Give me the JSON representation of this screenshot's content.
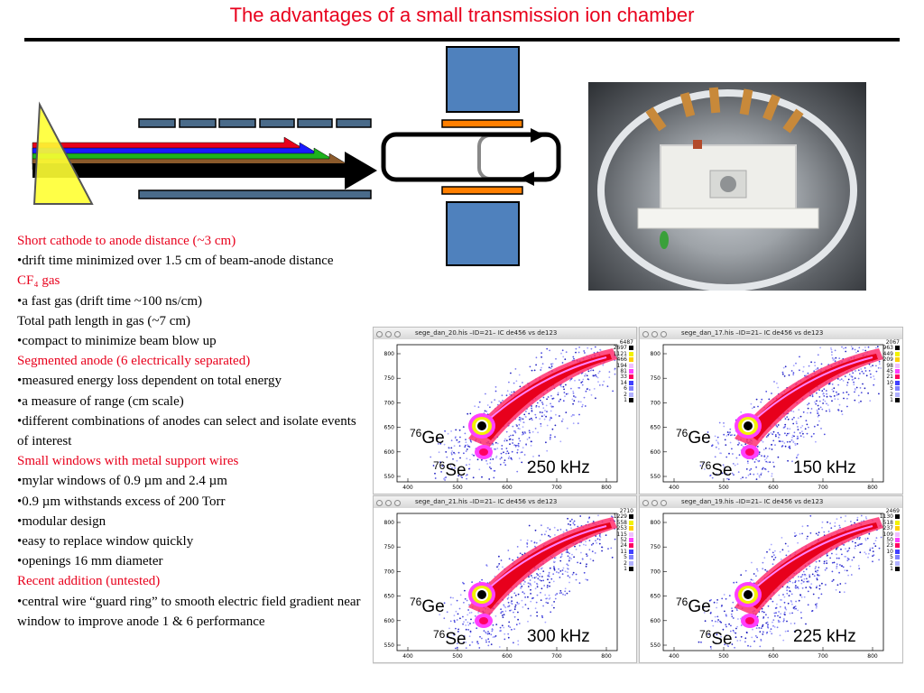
{
  "title": "The advantages of a small transmission ion chamber",
  "notes": [
    {
      "type": "heading",
      "text": "Short cathode to anode distance (~3 cm)"
    },
    {
      "type": "bullet",
      "text": "drift time minimized over 1.5 cm of beam-anode distance"
    },
    {
      "type": "heading",
      "text": "CF₄ gas"
    },
    {
      "type": "bullet",
      "text": "a fast gas (drift time ~100 ns/cm)"
    },
    {
      "type": "plain",
      "text": "Total path  length in gas (~7 cm)"
    },
    {
      "type": "bullet",
      "text": "compact to minimize beam  blow up"
    },
    {
      "type": "heading",
      "text": "Segmented anode (6 electrically separated)"
    },
    {
      "type": "bullet",
      "text": "measured energy loss dependent on total energy"
    },
    {
      "type": "bullet",
      "text": "a measure of range (cm scale)"
    },
    {
      "type": "bullet",
      "text": "different combinations of anodes can select and isolate events of interest"
    },
    {
      "type": "heading",
      "text": "Small windows with metal support wires"
    },
    {
      "type": "bullet",
      "text": "mylar windows of  0.9 µm and 2.4 µm"
    },
    {
      "type": "bullet",
      "text": "0.9 µm withstands excess of  200 Torr"
    },
    {
      "type": "bullet",
      "text": "modular design"
    },
    {
      "type": "bullet",
      "text": "easy to replace window quickly"
    },
    {
      "type": "bullet",
      "text": "openings 16 mm diameter"
    },
    {
      "type": "heading",
      "text": "Recent addition (untested)"
    },
    {
      "type": "bullet",
      "text": "central wire “guard ring” to smooth electric field gradient near window to improve anode 1 & 6 performance"
    }
  ],
  "diagram": {
    "beam_colors": [
      "#e8001c",
      "#1a1aff",
      "#1db31d",
      "#8b5a2b",
      "#000000"
    ],
    "prism_color": "#ffff33",
    "electrode_color": "#4a6b8a",
    "window_color": "#ff7f00",
    "detector_color": "#4f81bd"
  },
  "photo": {
    "icon": "ion-chamber-photo"
  },
  "plots": {
    "y_ticks": [
      "800",
      "750",
      "700",
      "650",
      "600",
      "550"
    ],
    "x_ticks": [
      "400",
      "500",
      "600",
      "700",
      "800"
    ],
    "scale_colors": [
      "#000000",
      "#f2f200",
      "#ffd000",
      "#f0c0ff",
      "#ff40ff",
      "#ff0060",
      "#4040ff",
      "#8080ff",
      "#b0b0ff"
    ],
    "panels": [
      {
        "window_title": "sege_dan_20.his –ID=21– IC de456 vs de123",
        "rate": "250 kHz",
        "ge_mass": "76",
        "ge_symbol": "Ge",
        "se_mass": "76",
        "se_symbol": "Se",
        "scale_values": [
          "6487",
          "2697",
          "1121",
          "466",
          "194",
          "81",
          "33",
          "14",
          "6",
          "2",
          "1"
        ]
      },
      {
        "window_title": "sege_dan_17.his –ID=21– IC de456 vs de123",
        "rate": "150 kHz",
        "ge_mass": "76",
        "ge_symbol": "Ge",
        "se_mass": "76",
        "se_symbol": "Se",
        "scale_values": [
          "2067",
          "963",
          "449",
          "209",
          "98",
          "45",
          "21",
          "10",
          "5",
          "2",
          "1"
        ]
      },
      {
        "window_title": "sege_dan_21.his –ID=21– IC de456 vs de123",
        "rate": "300 kHz",
        "ge_mass": "76",
        "ge_symbol": "Ge",
        "se_mass": "76",
        "se_symbol": "Se",
        "scale_values": [
          "2710",
          "1229",
          "558",
          "253",
          "115",
          "52",
          "24",
          "11",
          "5",
          "2",
          "1"
        ]
      },
      {
        "window_title": "sege_dan_19.his –ID=21– IC de456 vs de123",
        "rate": "225 kHz",
        "ge_mass": "76",
        "ge_symbol": "Ge",
        "se_mass": "76",
        "se_symbol": "Se",
        "scale_values": [
          "2469",
          "1130",
          "518",
          "237",
          "109",
          "50",
          "23",
          "10",
          "5",
          "2",
          "1"
        ]
      }
    ]
  }
}
